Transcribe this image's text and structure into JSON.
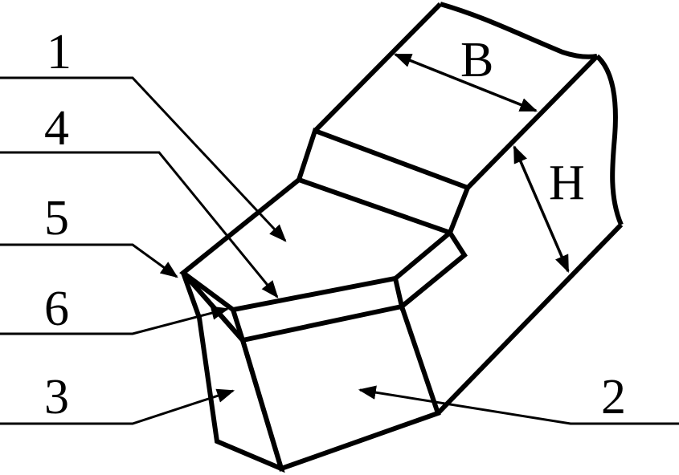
{
  "labels": {
    "callout_1": "1",
    "callout_4": "4",
    "callout_5": "5",
    "callout_6": "6",
    "callout_3": "3",
    "callout_2": "2",
    "dimension_B": "B",
    "dimension_H": "H"
  }
}
